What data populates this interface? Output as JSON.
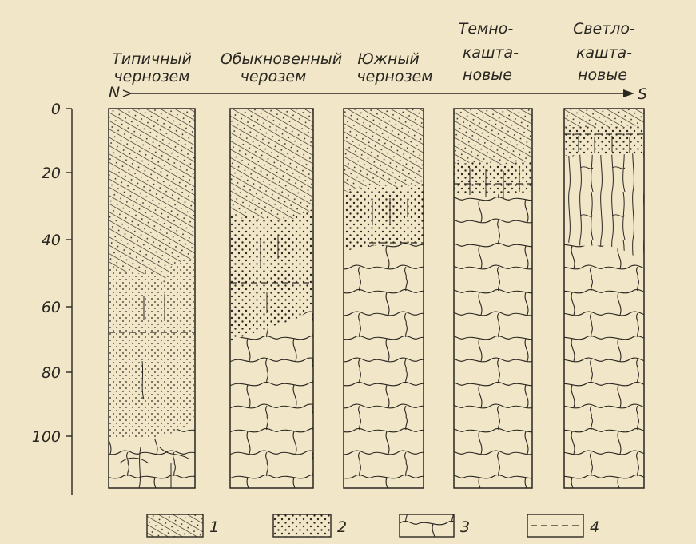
{
  "columns": [
    {
      "title_line1": "Типичный",
      "title_line2": "чернозем"
    },
    {
      "title_line1": "Обыкновенный",
      "title_line2": "черозем"
    },
    {
      "title_line1": "Южный",
      "title_line2": "чернозем"
    },
    {
      "title_line1": "Темно-",
      "title_line2": "каштa-",
      "title_line3": "новые"
    },
    {
      "title_line1": "Светло-",
      "title_line2": "каштa-",
      "title_line3": "новые"
    }
  ],
  "direction": {
    "start": "N",
    "end": "S"
  },
  "depth_axis": {
    "ticks": [
      "0",
      "20",
      "40",
      "60",
      "80",
      "100"
    ]
  },
  "legend": [
    {
      "label": "1",
      "pattern": "hatch"
    },
    {
      "label": "2",
      "pattern": "dots"
    },
    {
      "label": "3",
      "pattern": "cracks"
    },
    {
      "label": "4",
      "pattern": "dashed"
    }
  ],
  "colors": {
    "paper": "#f1e6c8",
    "ink": "#2a2620"
  }
}
